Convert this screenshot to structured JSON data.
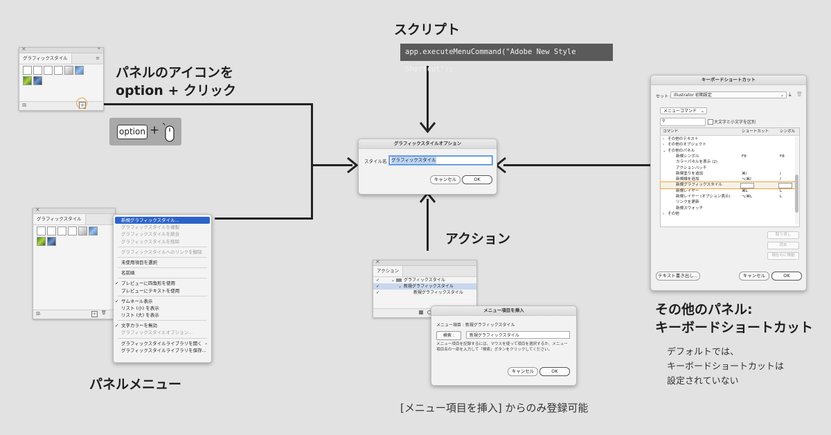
{
  "colors": {
    "background": "#e2e2e2",
    "accent_orange": "#f0a03c",
    "selection_blue": "#2d63c8",
    "code_bg": "#5a5a5a"
  },
  "panel_top": {
    "tab": "グラフィックスタイル",
    "annotation": [
      "パネルのアイコンを",
      "option + クリック"
    ]
  },
  "option_badge": {
    "key": "option",
    "plus": "+"
  },
  "panel_bottom": {
    "tab": "グラフィックスタイル",
    "caption": "パネルメニュー",
    "menu_items": [
      {
        "label": "新規グラフィックスタイル...",
        "state": "selected"
      },
      {
        "label": "グラフィックスタイルを複製",
        "state": "disabled"
      },
      {
        "label": "グラフィックスタイルを統合",
        "state": "disabled"
      },
      {
        "label": "グラフィックスタイルを削除",
        "state": "disabled"
      },
      {
        "label": "グラフィックスタイルへのリンクを解除",
        "state": "disabled"
      },
      {
        "label": "未使用項目を選択",
        "state": "normal"
      },
      {
        "label": "名前順",
        "state": "normal"
      },
      {
        "label": "プレビューに四角形を使用",
        "state": "checked"
      },
      {
        "label": "プレビューにテキストを使用",
        "state": "normal"
      },
      {
        "label": "サムネール表示",
        "state": "checked"
      },
      {
        "label": "リスト (小) を表示",
        "state": "normal"
      },
      {
        "label": "リスト (大) を表示",
        "state": "normal"
      },
      {
        "label": "文字カラーを無効",
        "state": "checked"
      },
      {
        "label": "グラフィックスタイルオプション...",
        "state": "disabled"
      },
      {
        "label": "グラフィックスタイルライブラリを開く",
        "state": "submenu"
      },
      {
        "label": "グラフィックスタイルライブラリを保存...",
        "state": "normal"
      }
    ]
  },
  "script": {
    "heading": "スクリプト",
    "code": "app.executeMenuCommand(\"Adobe New Style Shortcut\");"
  },
  "center_dialog": {
    "title": "グラフィックスタイルオプション",
    "field_label": "スタイル名 :",
    "field_value": "グラフィックスタイル",
    "cancel": "キャンセル",
    "ok": "OK"
  },
  "action": {
    "heading": "アクション",
    "panel_tab": "アクション",
    "rows": [
      "グラフィックスタイル",
      "新規グラフィックスタイル",
      "新規グラフィックスタイル"
    ],
    "insert_dialog": {
      "title": "メニュー項目を挿入",
      "menu_item_line": "メニュー項目 : 新規グラフィックスタイル",
      "search_button": "検索 :",
      "search_value": "新規グラフィックスタイル",
      "description": "メニュー項目を記録するには、マウスを使って項目を選択するか、メニュー項目名の一部を入力して「検索」ボタンをクリックしてください。",
      "cancel": "キャンセル",
      "ok": "OK"
    },
    "caption": "[メニュー項目を挿入] からのみ登録可能"
  },
  "keyboard": {
    "title": "キーボードショートカット",
    "set_label": "セット :",
    "set_value": "Illustrator 初期設定",
    "category": "メニューコマンド",
    "case_label": "大文字と小文字を区別",
    "col_command": "コマンド",
    "col_shortcut": "ショートカット",
    "col_symbol": "シンボル",
    "rows": [
      {
        "indent": 0,
        "arrow": "›",
        "cmd": "その他のテキスト",
        "sc": "",
        "sym": ""
      },
      {
        "indent": 0,
        "arrow": "›",
        "cmd": "その他のオブジェクト",
        "sc": "",
        "sym": ""
      },
      {
        "indent": 0,
        "arrow": "⌄",
        "cmd": "その他のパネル",
        "sc": "",
        "sym": ""
      },
      {
        "indent": 1,
        "arrow": "",
        "cmd": "新規シンボル",
        "sc": "F8",
        "sym": "F8"
      },
      {
        "indent": 1,
        "arrow": "",
        "cmd": "カラーパネルを表示 (2)",
        "sc": "",
        "sym": ""
      },
      {
        "indent": 1,
        "arrow": "",
        "cmd": "アクションバッチ",
        "sc": "",
        "sym": ""
      },
      {
        "indent": 1,
        "arrow": "",
        "cmd": "新規塗りを追加",
        "sc": "⌘/",
        "sym": "/"
      },
      {
        "indent": 1,
        "arrow": "",
        "cmd": "新規線を追加",
        "sc": "⌥⌘/",
        "sym": "/"
      },
      {
        "indent": 1,
        "arrow": "",
        "cmd": "新規グラフィックスタイル",
        "sc": "",
        "sym": ""
      },
      {
        "indent": 1,
        "arrow": "",
        "cmd": "新規レイヤー",
        "sc": "⌘L",
        "sym": "L"
      },
      {
        "indent": 1,
        "arrow": "",
        "cmd": "新規レイヤー (オプション表示)",
        "sc": "⌥⌘L",
        "sym": "L"
      },
      {
        "indent": 1,
        "arrow": "",
        "cmd": "リンクを更新",
        "sc": "",
        "sym": ""
      },
      {
        "indent": 1,
        "arrow": "",
        "cmd": "新規スウォッチ",
        "sc": "",
        "sym": ""
      },
      {
        "indent": 0,
        "arrow": "›",
        "cmd": "その他",
        "sc": "",
        "sym": ""
      }
    ],
    "side_buttons": [
      "取り消し",
      "消去",
      "現在のに移動"
    ],
    "export_button": "テキスト書き出し...",
    "cancel": "キャンセル",
    "ok": "OK",
    "heading": [
      "その他のパネル:",
      "キーボードショートカット"
    ],
    "note": [
      "デフォルトでは、",
      "キーボードショートカットは",
      "設定されていない"
    ]
  }
}
